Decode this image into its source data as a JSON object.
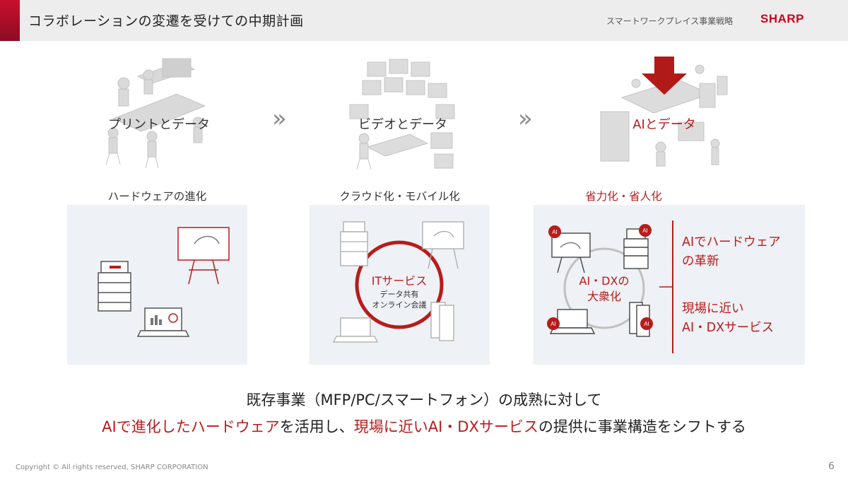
{
  "header": {
    "title": "コラボレーションの変遷を受けての中期計画",
    "subtitle": "スマートワークプレイス事業戦略",
    "logo": "SHARP"
  },
  "stages": [
    {
      "label": "プリントとデータ",
      "caption": "ハードウェアの進化"
    },
    {
      "label": "ビデオとデータ",
      "caption": "クラウド化・モバイル化"
    },
    {
      "label": "AIとデータ",
      "caption": "省力化・省人化"
    }
  ],
  "chevron": "»",
  "panel2": {
    "circle_title": "ITサービス",
    "circle_sub1": "データ共有",
    "circle_sub2": "オンライン会議"
  },
  "panel3": {
    "circle_line1": "AI・DXの",
    "circle_line2": "大衆化",
    "badge": "AI",
    "side_top_1": "AIでハードウェア",
    "side_top_2": "の革新",
    "side_bottom_1": "現場に近い",
    "side_bottom_2": "AI・DXサービス"
  },
  "message": {
    "line1": "既存事業（MFP/PC/スマートフォン）の成熟に対して",
    "line2_part1": "AIで進化したハードウェア",
    "line2_part2": "を活用し、",
    "line2_part3": "現場に近いAI・DXサービス",
    "line2_part4": "の提供に事業構造をシフトする"
  },
  "footer": {
    "copyright": "Copyright © All rights reserved, SHARP CORPORATION",
    "page": "6"
  },
  "colors": {
    "accent_red": "#b71c1c",
    "logo_red": "#d0021b",
    "panel_bg": "#eef1f5",
    "header_bg": "#ededed"
  }
}
